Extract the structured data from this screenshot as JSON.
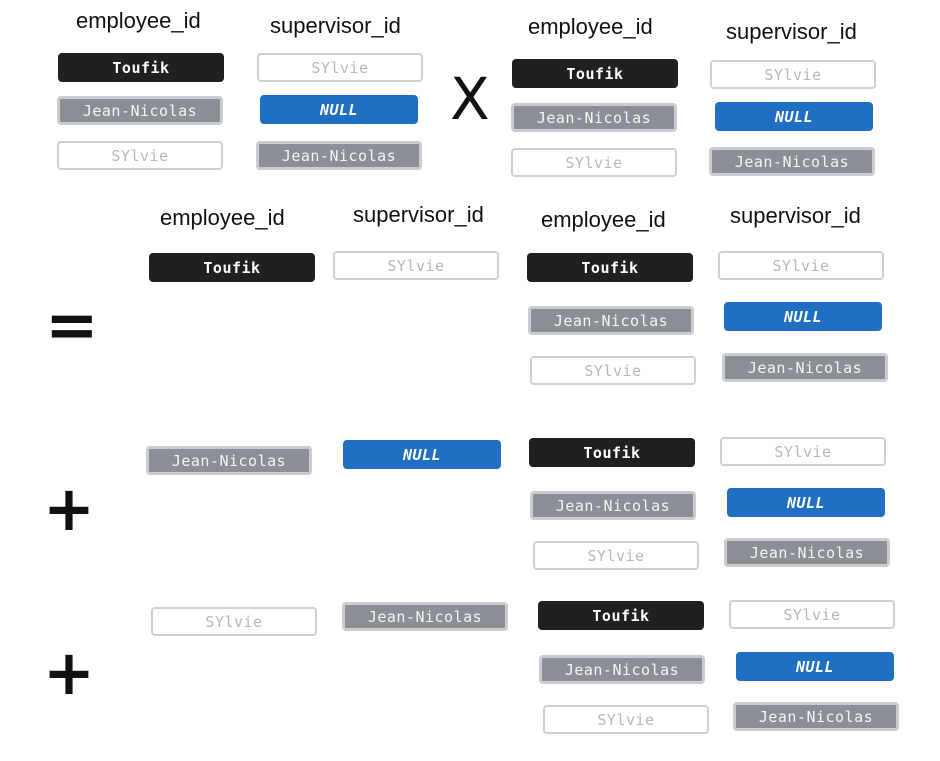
{
  "headers": {
    "employee_id": "employee_id",
    "supervisor_id": "supervisor_id"
  },
  "operators": {
    "times": "X",
    "equals": "=",
    "plus": "+"
  },
  "values": {
    "toufik": "Toufik",
    "jean_nicolas": "Jean-Nicolas",
    "sylvie": "SYlvie",
    "null": "NULL"
  },
  "colors": {
    "toufik_fill": "#202020",
    "jean_fill": "#8a8f96",
    "null_fill": "#1f6fc3",
    "sylvie_border": "#cdd0d4"
  }
}
